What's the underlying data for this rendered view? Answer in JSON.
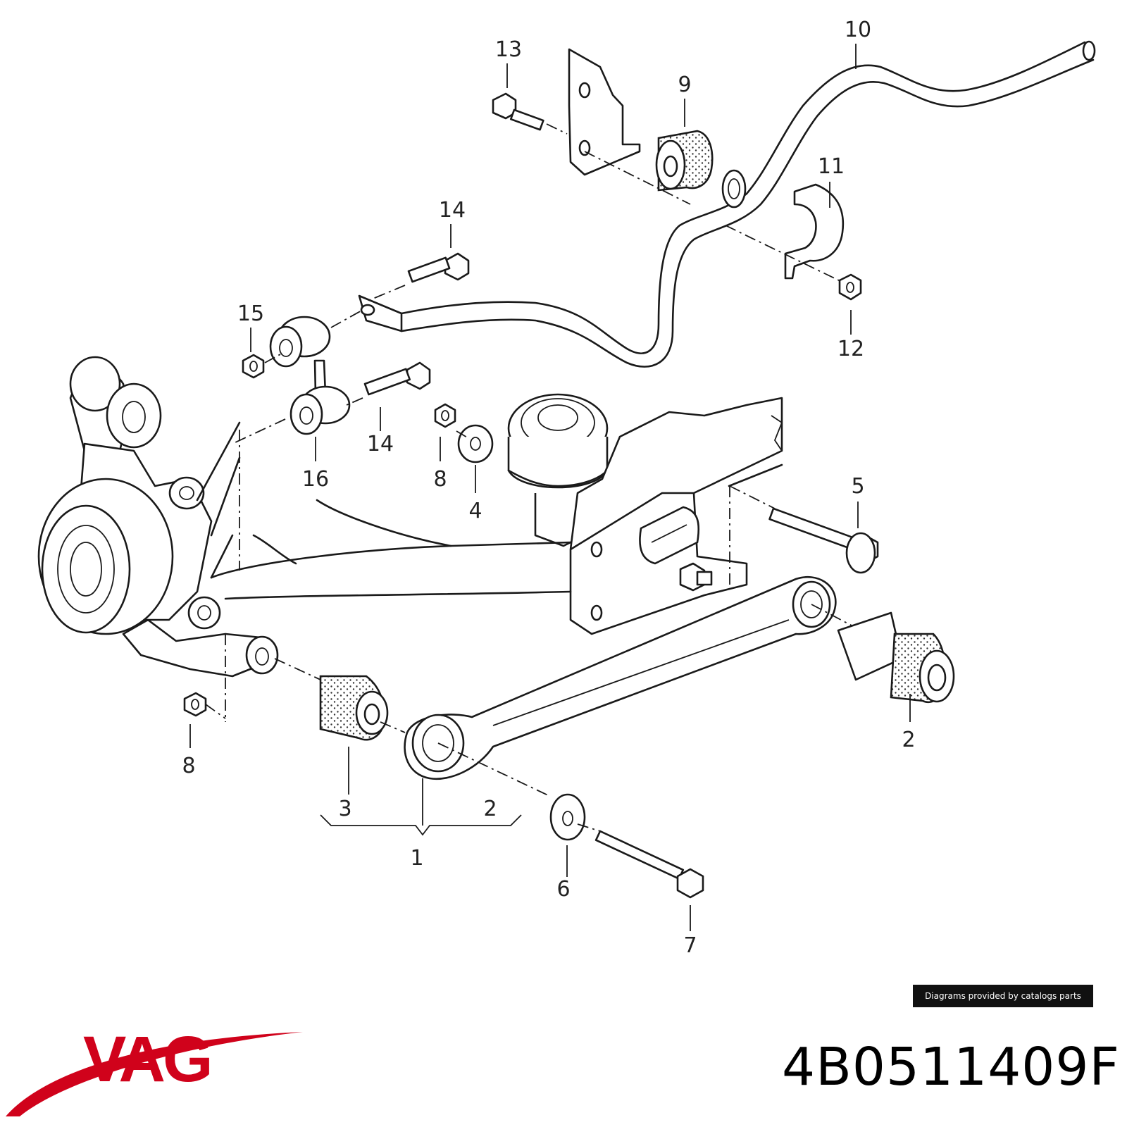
{
  "diagram": {
    "callouts": [
      "1",
      "2",
      "2",
      "3",
      "4",
      "5",
      "6",
      "7",
      "8",
      "8",
      "9",
      "10",
      "11",
      "12",
      "13",
      "14",
      "14",
      "15",
      "16"
    ]
  },
  "credit": "Diagrams provided by catalogs parts",
  "brand": {
    "name": "VAG",
    "color": "#d0021b"
  },
  "part_number": "4B0511409F"
}
